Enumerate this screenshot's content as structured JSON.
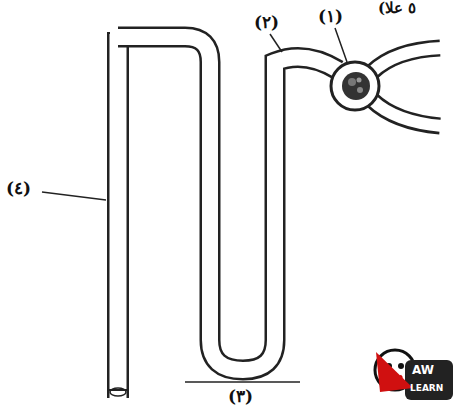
{
  "diagram": {
    "labels": [
      "(٥ علا",
      "(١)",
      "(٢)",
      "(٣)",
      "(٤)",
      "AW",
      "LEARN"
    ]
  }
}
